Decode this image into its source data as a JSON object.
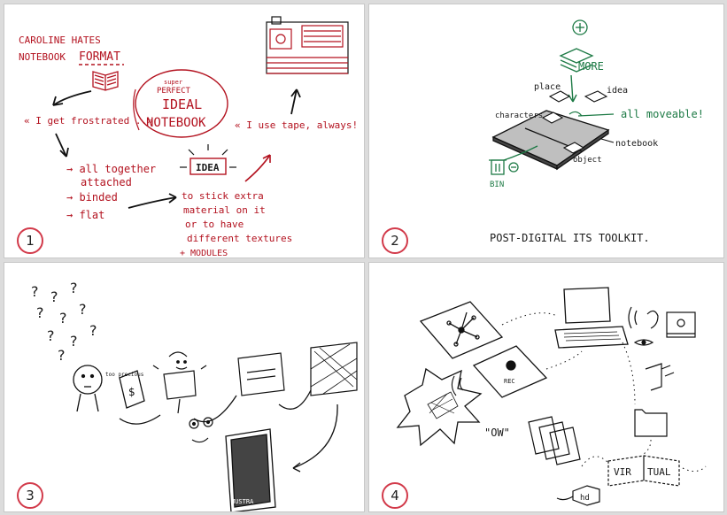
{
  "panels": [
    {
      "number": "1",
      "title_line1": "CAROLINE  HATES",
      "title_line2_a": "NOTEBOOK",
      "title_line2_b": "FORMAT",
      "quote_frustrated": "« I get frostrated ..»",
      "bubble_super": "super",
      "bubble_perfect": "PERFECT",
      "bubble_ideal": "IDEAL",
      "bubble_notebook": "NOTEBOOK",
      "quote_tape": "« I use tape, always! »",
      "list_items": [
        "→ all together",
        "attached",
        "→ binded",
        "→ flat"
      ],
      "idea_label": "IDEA",
      "idea_lines": [
        "to stick extra",
        "material on it",
        "or to have",
        "different textures"
      ],
      "modules": "+ MODULES"
    },
    {
      "number": "2",
      "more_label": "MORE",
      "place_label": "place",
      "idea_label": "idea",
      "characters_label": "characters",
      "moveable_label": "all moveable!",
      "notebook_label": "notebook",
      "object_label": "object",
      "bin_label": "BIN",
      "caption": "POST-DIGITAL ITS TOOLKIT."
    },
    {
      "number": "3",
      "small_label": "too precious",
      "book_label": "MUSTRA"
    },
    {
      "number": "4",
      "rec_label": "REC",
      "ow_label": "\"OW\"",
      "virtual_label_a": "VIR",
      "virtual_label_b": "TUAL",
      "tag_label": "hd"
    }
  ]
}
